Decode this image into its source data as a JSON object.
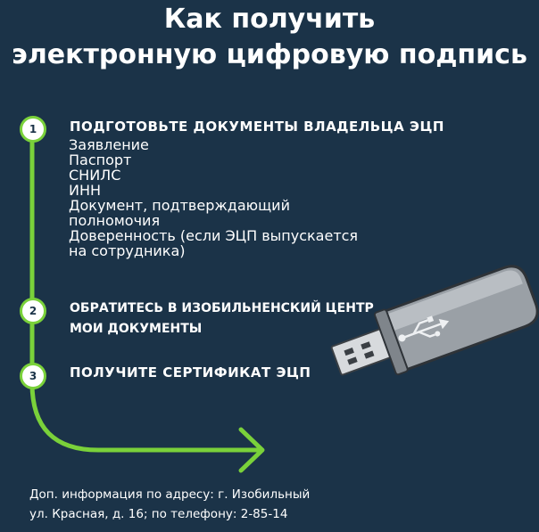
{
  "title": {
    "line1": "Как получить",
    "line2": "электронную цифровую подпись"
  },
  "steps": [
    {
      "number": "1",
      "title": "ПОДГОТОВЬТЕ ДОКУМЕНТЫ ВЛАДЕЛЬЦА ЭЦП"
    },
    {
      "number": "2",
      "title_line1": "ОБРАТИТЕСЬ В ИЗОБИЛЬНЕНСКИЙ ЦЕНТР",
      "title_line2": "МОИ ДОКУМЕНТЫ"
    },
    {
      "number": "3",
      "title": "ПОЛУЧИТЕ СЕРТИФИКАТ ЭЦП"
    }
  ],
  "documents": [
    "Заявление",
    "Паспорт",
    "СНИЛС",
    "ИНН",
    "Документ, подтверждающий",
    "полномочия",
    "Доверенность (если ЭЦП выпускается",
    "на сотрудника)"
  ],
  "footer": {
    "line1": "Доп. информация по адресу: г. Изобильный",
    "line2": "ул. Красная, д. 16; по телефону: 2-85-14"
  },
  "colors": {
    "background": "#1b3348",
    "accent_green": "#7ad13a",
    "text": "#ffffff",
    "usb_body": "#9aa0a6"
  },
  "icons": [
    "usb-flash-drive-icon",
    "usb-symbol-icon",
    "arrow-right-icon"
  ]
}
